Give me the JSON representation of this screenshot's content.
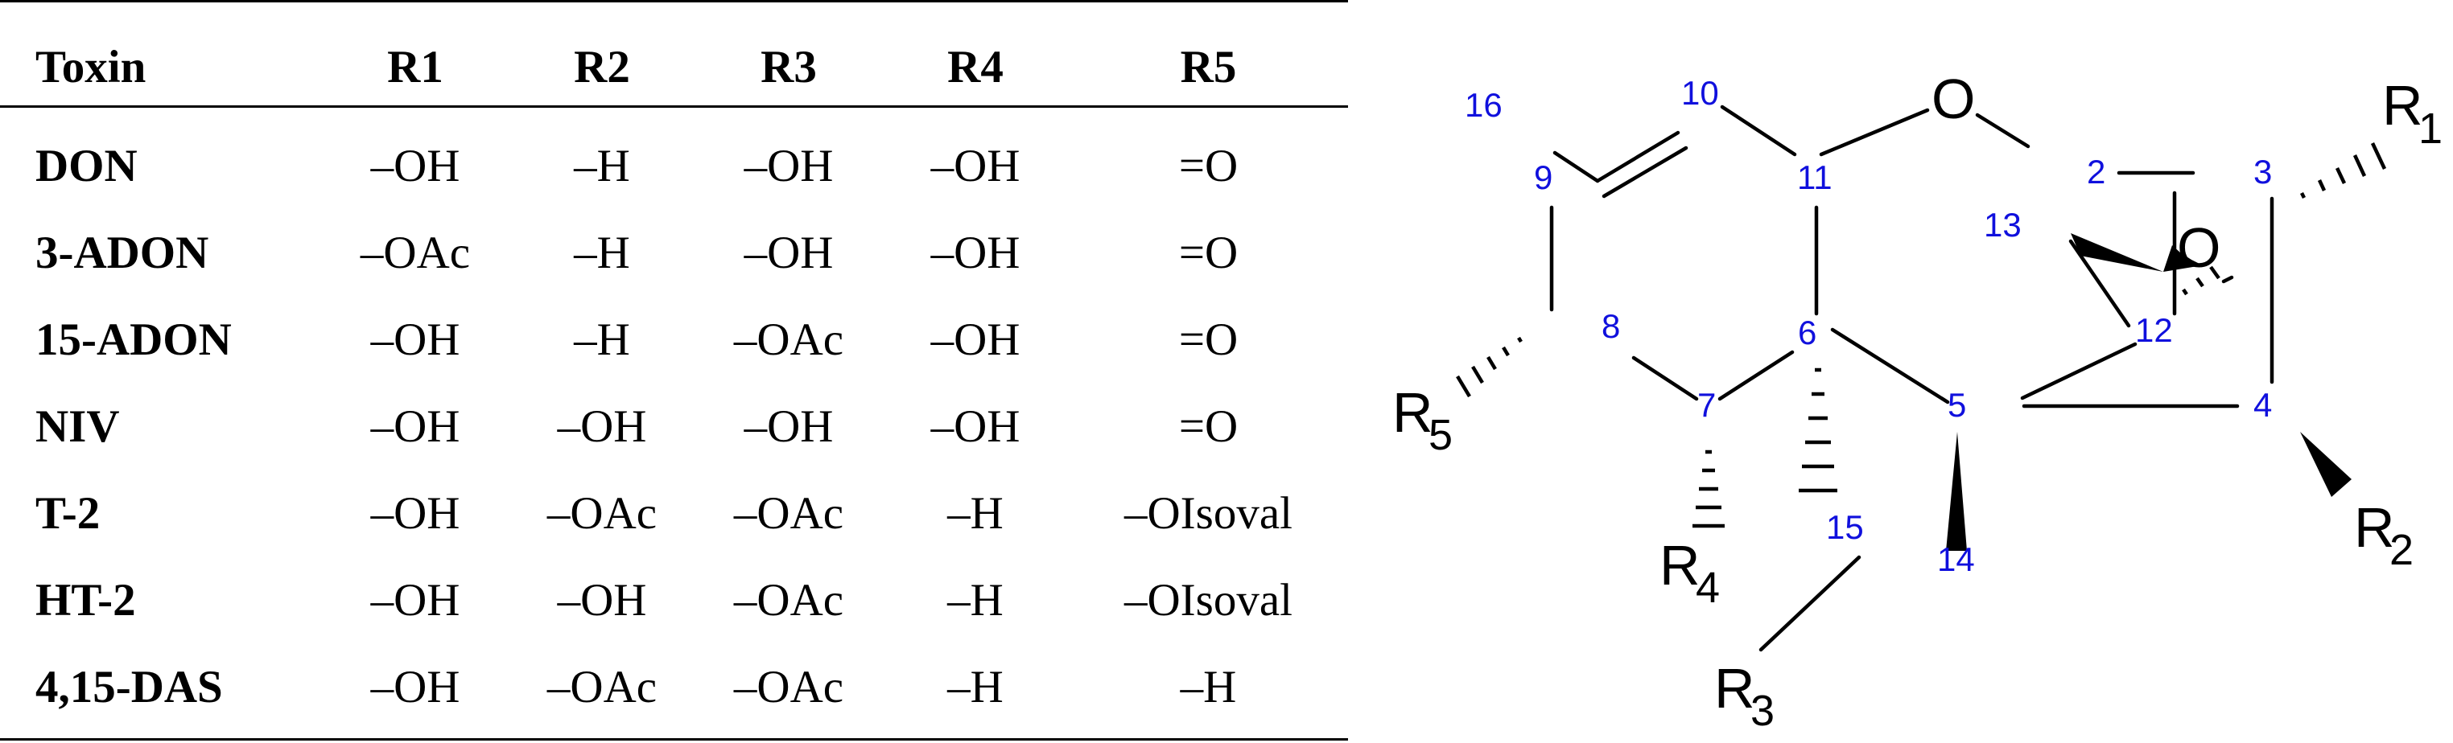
{
  "table": {
    "headers": [
      "Toxin",
      "R1",
      "R2",
      "R3",
      "R4",
      "R5"
    ],
    "rows": [
      {
        "toxin": "DON",
        "r1": "–OH",
        "r2": "–H",
        "r3": "–OH",
        "r4": "–OH",
        "r5": "=O"
      },
      {
        "toxin": "3-ADON",
        "r1": "–OAc",
        "r2": "–H",
        "r3": "–OH",
        "r4": "–OH",
        "r5": "=O"
      },
      {
        "toxin": "15-ADON",
        "r1": "–OH",
        "r2": "–H",
        "r3": "–OAc",
        "r4": "–OH",
        "r5": "=O"
      },
      {
        "toxin": "NIV",
        "r1": "–OH",
        "r2": "–OH",
        "r3": "–OH",
        "r4": "–OH",
        "r5": "=O"
      },
      {
        "toxin": "T-2",
        "r1": "–OH",
        "r2": "–OAc",
        "r3": "–OAc",
        "r4": "–H",
        "r5": "–OIsoval"
      },
      {
        "toxin": "HT-2",
        "r1": "–OH",
        "r2": "–OH",
        "r3": "–OAc",
        "r4": "–H",
        "r5": "–OIsoval"
      },
      {
        "toxin": "4,15-DAS",
        "r1": "–OH",
        "r2": "–OAc",
        "r3": "–OAc",
        "r4": "–H",
        "r5": "–H"
      }
    ]
  },
  "structure": {
    "atom_numbers": [
      "2",
      "3",
      "4",
      "5",
      "6",
      "7",
      "8",
      "9",
      "10",
      "11",
      "12",
      "13",
      "14",
      "15",
      "16"
    ],
    "oxygens": [
      "O",
      "O"
    ],
    "substituents": {
      "r1": {
        "letter": "R",
        "index": "1"
      },
      "r2": {
        "letter": "R",
        "index": "2"
      },
      "r3": {
        "letter": "R",
        "index": "3"
      },
      "r4": {
        "letter": "R",
        "index": "4"
      },
      "r5": {
        "letter": "R",
        "index": "5"
      }
    },
    "number_color": "#1010dd",
    "bond_color": "#000000"
  }
}
